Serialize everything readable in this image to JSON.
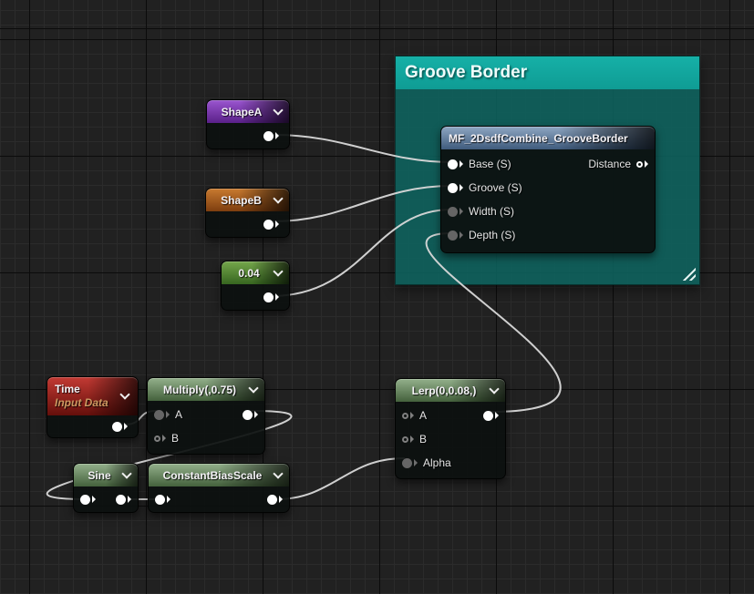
{
  "comment": {
    "title": "Groove Border"
  },
  "nodes": {
    "shapea": {
      "title": "ShapeA"
    },
    "shapeb": {
      "title": "ShapeB"
    },
    "const004": {
      "title": "0.04"
    },
    "mf": {
      "title": "MF_2DsdfCombine_GrooveBorder",
      "inputs": [
        "Base (S)",
        "Groove (S)",
        "Width (S)",
        "Depth (S)"
      ],
      "output": "Distance"
    },
    "time": {
      "title": "Time",
      "subtitle": "Input Data"
    },
    "multiply": {
      "title": "Multiply(,0.75)",
      "inputs": [
        "A",
        "B"
      ]
    },
    "sine": {
      "title": "Sine"
    },
    "cbs": {
      "title": "ConstantBiasScale"
    },
    "lerp": {
      "title": "Lerp(0,0.08,)",
      "inputs": [
        "A",
        "B",
        "Alpha"
      ]
    }
  },
  "colors": {
    "background": "#212121",
    "comment_header": "#12a79e",
    "comment_body": "#0e635f",
    "wire": "#d9d9d9",
    "param_purple": "#9a55cf",
    "param_orange": "#c87a30",
    "param_green": "#74a64b",
    "function_green": "#93b08b",
    "function_blue": "#8ea6c2",
    "time_red": "#c23a33"
  }
}
